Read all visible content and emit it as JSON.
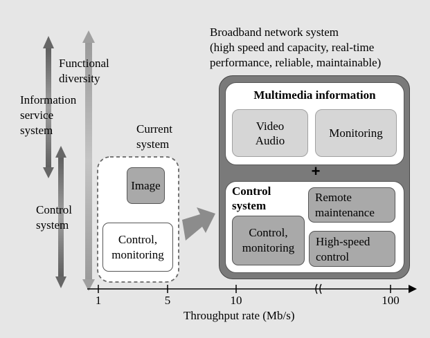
{
  "broadband_title": "Broadband network system",
  "broadband_subtitle_line1": "(high speed and capacity, real-time",
  "broadband_subtitle_line2": "performance, reliable, maintainable)",
  "functional_diversity_line1": "Functional",
  "functional_diversity_line2": "diversity",
  "information_service_line1": "Information",
  "information_service_line2": "service",
  "information_service_line3": "system",
  "control_system_line1": "Control",
  "control_system_line2": "system",
  "current_system_line1": "Current",
  "current_system_line2": "system",
  "current_image": "Image",
  "current_control_line1": "Control,",
  "current_control_line2": "monitoring",
  "multimedia_title": "Multimedia information",
  "video_line1": "Video",
  "audio_line2": "Audio",
  "monitoring": "Monitoring",
  "plus": "+",
  "control_box_title_line1": "Control",
  "control_box_title_line2": "system",
  "remote_line1": "Remote",
  "remote_line2": "maintenance",
  "control_mon_line1": "Control,",
  "control_mon_line2": "monitoring",
  "highspeed_line1": "High-speed",
  "highspeed_line2": "control",
  "axis": {
    "label": "Throughput rate (Mb/s)",
    "ticks": [
      "1",
      "5",
      "10",
      "100"
    ]
  },
  "colors": {
    "background": "#e6e6e6",
    "dark_frame": "#7a7a7a",
    "gray_box": "#a9a9a9",
    "light_box": "#d6d6d6",
    "arrow": "#8c8c8c"
  }
}
